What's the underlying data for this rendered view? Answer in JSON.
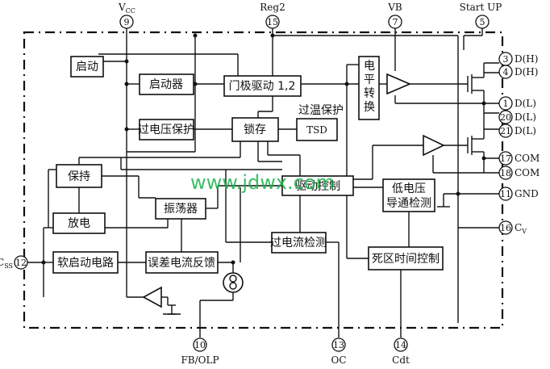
{
  "watermark": "www.jdwx.com",
  "blocks": {
    "startup": "启动",
    "starter": "启动器",
    "gate_drive": "门极驱动 1,2",
    "level_shift": [
      "电",
      "平",
      "转",
      "换"
    ],
    "ovp": "过电压保护",
    "latch": "锁存",
    "tsd": "TSD",
    "otp_label": "过温保护",
    "hold": "保持",
    "oscillator": "振荡器",
    "drive_control": "驱动控制",
    "discharge": "放电",
    "low_voltage_detect": [
      "低电压",
      "导通检测"
    ],
    "overcurrent_detect": "过电流检测",
    "soft_start": "软启动电路",
    "error_feedback": "误差电流反馈",
    "dead_time": "死区时间控制"
  },
  "pins": {
    "p9": {
      "num": "9",
      "name": "V",
      "sub": "CC"
    },
    "p15": {
      "num": "15",
      "name": "Reg2"
    },
    "p7": {
      "num": "7",
      "name": "VB"
    },
    "p5": {
      "num": "5",
      "name": "Start UP"
    },
    "p3": {
      "num": "3",
      "name": "D(H)"
    },
    "p4": {
      "num": "4",
      "name": "D(H)"
    },
    "p1": {
      "num": "1",
      "name": "D(L)"
    },
    "p20": {
      "num": "20",
      "name": "D(L)"
    },
    "p21": {
      "num": "21",
      "name": "D(L)"
    },
    "p17": {
      "num": "17",
      "name": "COM"
    },
    "p18": {
      "num": "18",
      "name": "COM"
    },
    "p11": {
      "num": "11",
      "name": "GND"
    },
    "p16": {
      "num": "16",
      "name": "C",
      "sub": "V"
    },
    "p12": {
      "num": "12",
      "name": "C",
      "sub": "SS"
    },
    "p10": {
      "num": "10",
      "name": "FB/OLP"
    },
    "p13": {
      "num": "13",
      "name": "OC"
    },
    "p14": {
      "num": "14",
      "name": "Cdt"
    }
  }
}
